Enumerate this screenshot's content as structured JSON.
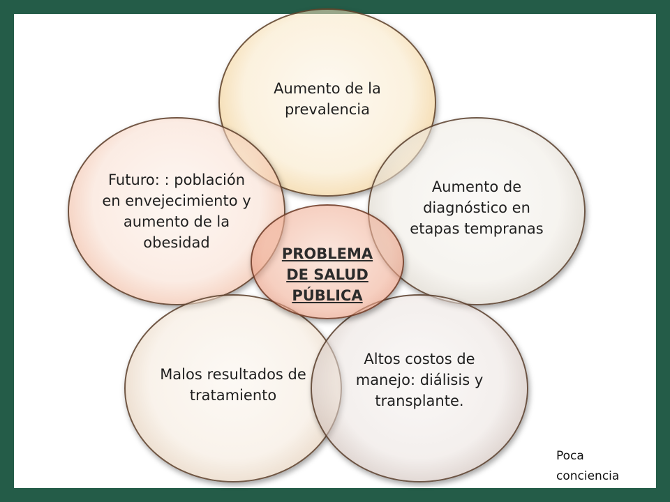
{
  "diagram": {
    "center": "PROBLEMA DE SALUD PÚBLICA",
    "petals": {
      "top": "Aumento de la prevalencia",
      "left": "Futuro: : población en envejecimiento y aumento de la obesidad",
      "right": "Aumento de diagnóstico en etapas tempranas",
      "bottom_left": "Malos resultados de tratamiento",
      "bottom_right": "Altos costos de manejo: diálisis y transplante."
    },
    "note": "Poca conciencia"
  },
  "colors": {
    "frame": "#245c48",
    "slide_background": "#ffffff",
    "top_petal_edge": "#e6aa46",
    "left_petal_edge": "#e68c64",
    "center_edge": "#d7785a"
  }
}
